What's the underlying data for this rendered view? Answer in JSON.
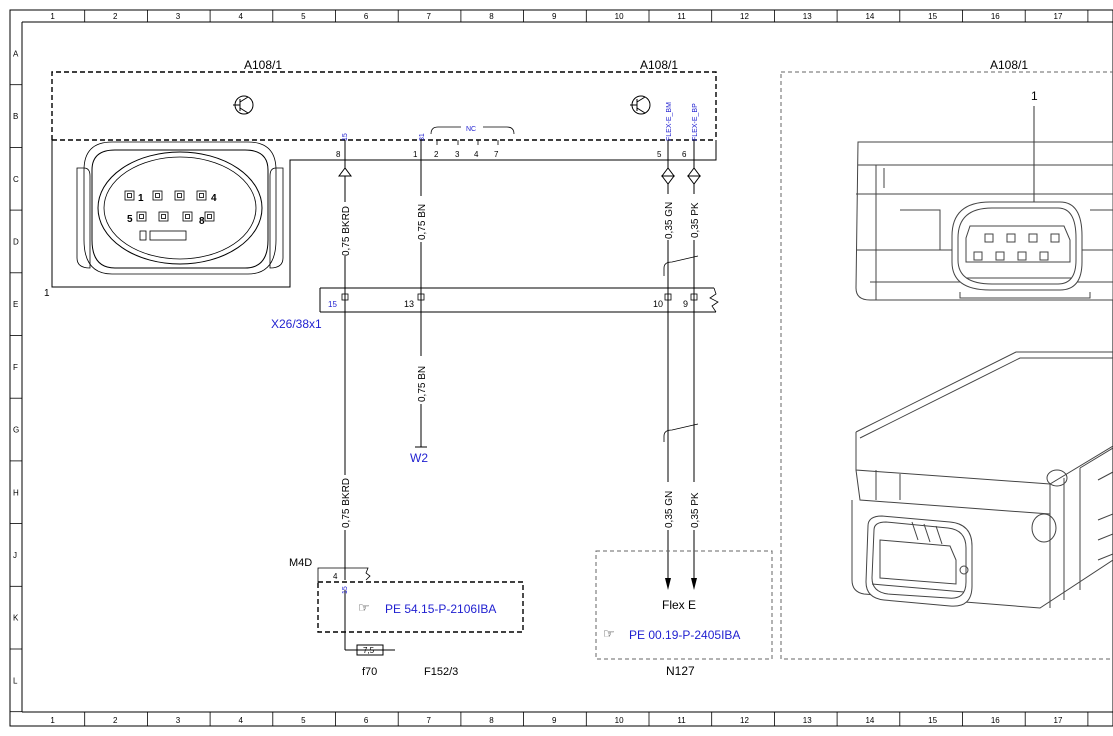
{
  "frame": {
    "columns": [
      "1",
      "2",
      "3",
      "4",
      "5",
      "6",
      "7",
      "8",
      "9",
      "10",
      "11",
      "12",
      "13",
      "14",
      "15",
      "16",
      "17"
    ],
    "rows": [
      "A",
      "B",
      "C",
      "D",
      "E",
      "F",
      "G",
      "H",
      "J",
      "K",
      "L"
    ]
  },
  "modules": {
    "a108_left_label": "A108/1",
    "a108_right_label": "A108/1",
    "a108_photo_label": "A108/1",
    "photo_callout": "1",
    "pin_view_callout": "1",
    "nc_label": "NC"
  },
  "connector_pins": {
    "top": [
      {
        "pin": "8",
        "signal": "15"
      },
      {
        "pin": "1",
        "signal": "31"
      },
      {
        "pin": "2",
        "signal": ""
      },
      {
        "pin": "3",
        "signal": ""
      },
      {
        "pin": "4",
        "signal": ""
      },
      {
        "pin": "7",
        "signal": ""
      },
      {
        "pin": "5",
        "signal": "FLEX-E_BM"
      },
      {
        "pin": "6",
        "signal": "FLEX-E_BP"
      }
    ],
    "face_numbers": [
      "1",
      "4",
      "5",
      "8"
    ]
  },
  "wires": {
    "upper": [
      "0,75 BKRD",
      "0,75 BN",
      "0,35 GN",
      "0,35 PK"
    ],
    "lower": [
      "0,75 BN",
      "0,75 BKRD",
      "0,35 GN",
      "0,35 PK"
    ]
  },
  "separation_point": {
    "name": "X26/38x1",
    "pins": [
      "15",
      "13",
      "10",
      "9"
    ]
  },
  "ground": "W2",
  "fuse": {
    "module": "M4D",
    "pin": "4",
    "signal": "15",
    "reference": "PE 54.15-P-2106IBA",
    "fuse_value": "7,5",
    "fuse_name": "f70",
    "fuse_box": "F152/3"
  },
  "flex_e": {
    "title": "Flex E",
    "reference": "PE 00.19-P-2405IBA",
    "module": "N127"
  },
  "colors": {
    "signal_text": "#1f1fd0",
    "line": "#000000",
    "photo_line": "#555555"
  }
}
